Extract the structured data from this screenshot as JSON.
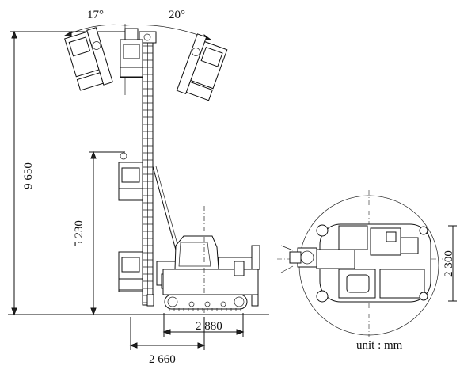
{
  "dimensions": {
    "total_height": "9 650",
    "mid_height": "5 230",
    "track_length": "2 880",
    "front_reach": "2 660",
    "width_top_view": "2 300",
    "angle_left": "17°",
    "angle_right": "20°"
  },
  "unit_note": "unit : mm"
}
